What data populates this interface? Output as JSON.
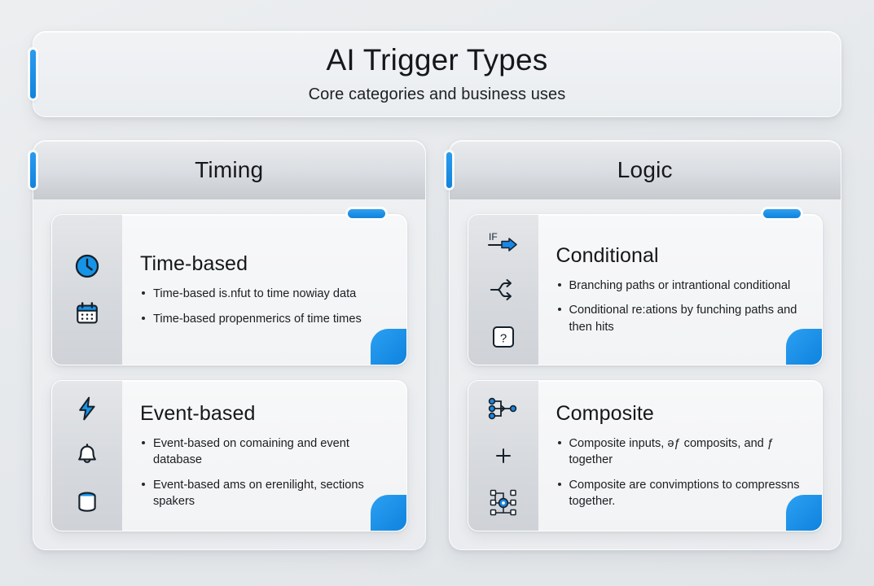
{
  "header": {
    "title": "AI Trigger Types",
    "subtitle": "Core categories and business uses"
  },
  "colors": {
    "accent_blue": "#1283dd",
    "accent_blue_light": "#2fa0f0",
    "page_background": "#e7eaec",
    "panel_background": "#eef0f2",
    "card_background": "#f5f6f8",
    "icon_strip": "#d6d9dd",
    "text": "#18181b"
  },
  "columns": [
    {
      "title": "Timing",
      "cards": [
        {
          "title": "Time-based",
          "icons": [
            "clock-icon",
            "calendar-icon"
          ],
          "bullets": [
            "Time-based is.nfut to time nowiay data",
            "Time-based propenmerics of time times"
          ],
          "has_pill_tab": true,
          "has_leaf": true
        },
        {
          "title": "Event-based",
          "icons": [
            "lightning-bolt-icon",
            "bell-icon",
            "database-icon"
          ],
          "bullets": [
            "Event-based on comaining and event database",
            "Event-based ams on erenilight, sections spakers"
          ],
          "has_pill_tab": false,
          "has_leaf": true
        }
      ]
    },
    {
      "title": "Logic",
      "cards": [
        {
          "title": "Conditional",
          "icons": [
            "if-arrow-icon",
            "branch-arrows-icon",
            "question-mark-box-icon"
          ],
          "bullets": [
            "Branching paths or intrantional conditional",
            "Conditional re:ations by funching paths and then hits"
          ],
          "has_pill_tab": true,
          "has_leaf": true
        },
        {
          "title": "Composite",
          "icons": [
            "merge-nodes-icon",
            "plus-icon",
            "network-hub-icon"
          ],
          "bullets": [
            "Composite inputs, əƒ composits, and ƒ together",
            "Composite  are convimptions to compressns together."
          ],
          "has_pill_tab": false,
          "has_leaf": true
        }
      ]
    }
  ]
}
